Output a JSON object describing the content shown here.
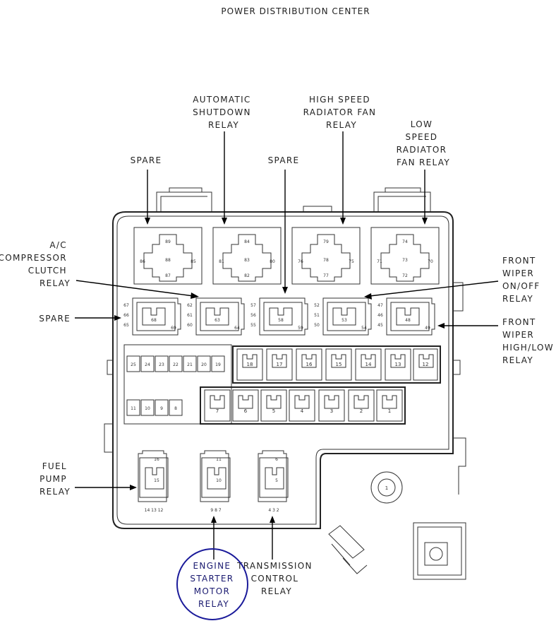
{
  "title": "POWER DISTRIBUTION CENTER",
  "labels": {
    "spare_top_left": [
      "SPARE"
    ],
    "auto_shutdown": [
      "AUTOMATIC",
      "SHUTDOWN",
      "RELAY"
    ],
    "spare_top_mid": [
      "SPARE"
    ],
    "high_speed_fan": [
      "HIGH SPEED",
      "RADIATOR FAN",
      "RELAY"
    ],
    "low_speed_fan": [
      "LOW",
      "SPEED",
      "RADIATOR",
      "FAN RELAY"
    ],
    "ac_clutch": [
      "A/C",
      "COMPRESSOR",
      "CLUTCH",
      "RELAY"
    ],
    "spare_left": [
      "SPARE"
    ],
    "front_wiper_onoff": [
      "FRONT",
      "WIPER",
      "ON/OFF",
      "RELAY"
    ],
    "front_wiper_highlow": [
      "FRONT",
      "WIPER",
      "HIGH/LOW",
      "RELAY"
    ],
    "fuel_pump": [
      "FUEL",
      "PUMP",
      "RELAY"
    ],
    "engine_starter": [
      "ENGINE",
      "STARTER",
      "MOTOR",
      "RELAY"
    ],
    "transmission": [
      "TRANSMISSION",
      "CONTROL",
      "RELAY"
    ]
  },
  "top_relays": [
    {
      "pins": [
        "89",
        "88",
        "87",
        "86",
        "85"
      ]
    },
    {
      "pins": [
        "84",
        "83",
        "82",
        "81",
        "80"
      ]
    },
    {
      "pins": [
        "79",
        "78",
        "77",
        "76",
        "75"
      ]
    },
    {
      "pins": [
        "74",
        "73",
        "72",
        "71",
        "70"
      ]
    }
  ],
  "mid_relays": [
    {
      "left": [
        "67",
        "66",
        "65"
      ],
      "center": "68",
      "right": "69"
    },
    {
      "left": [
        "62",
        "61",
        "60"
      ],
      "center": "63",
      "right": "64"
    },
    {
      "left": [
        "57",
        "56",
        "55"
      ],
      "center": "58",
      "right": "59"
    },
    {
      "left": [
        "52",
        "51",
        "50"
      ],
      "center": "53",
      "right": "54"
    },
    {
      "left": [
        "47",
        "46",
        "45"
      ],
      "center": "48",
      "right": "49"
    }
  ],
  "mini_fuses_top": [
    "25",
    "24",
    "23",
    "22",
    "21",
    "20",
    "19"
  ],
  "mini_fuses_bottom": [
    "11",
    "10",
    "9",
    "8"
  ],
  "maxi_fuses_top": [
    "18",
    "17",
    "16",
    "15",
    "14",
    "13",
    "12"
  ],
  "maxi_fuses_bottom": [
    "7",
    "6",
    "5",
    "4",
    "3",
    "2",
    "1"
  ],
  "bottom_relays": [
    {
      "top": "16",
      "mid": "15",
      "pins": "14  13  12"
    },
    {
      "top": "11",
      "mid": "10",
      "pins": "9   8   7"
    },
    {
      "top": "6",
      "mid": "5",
      "pins": "4   3   2"
    }
  ],
  "stud_label": "1",
  "highlight_color": "#1a1a9a"
}
